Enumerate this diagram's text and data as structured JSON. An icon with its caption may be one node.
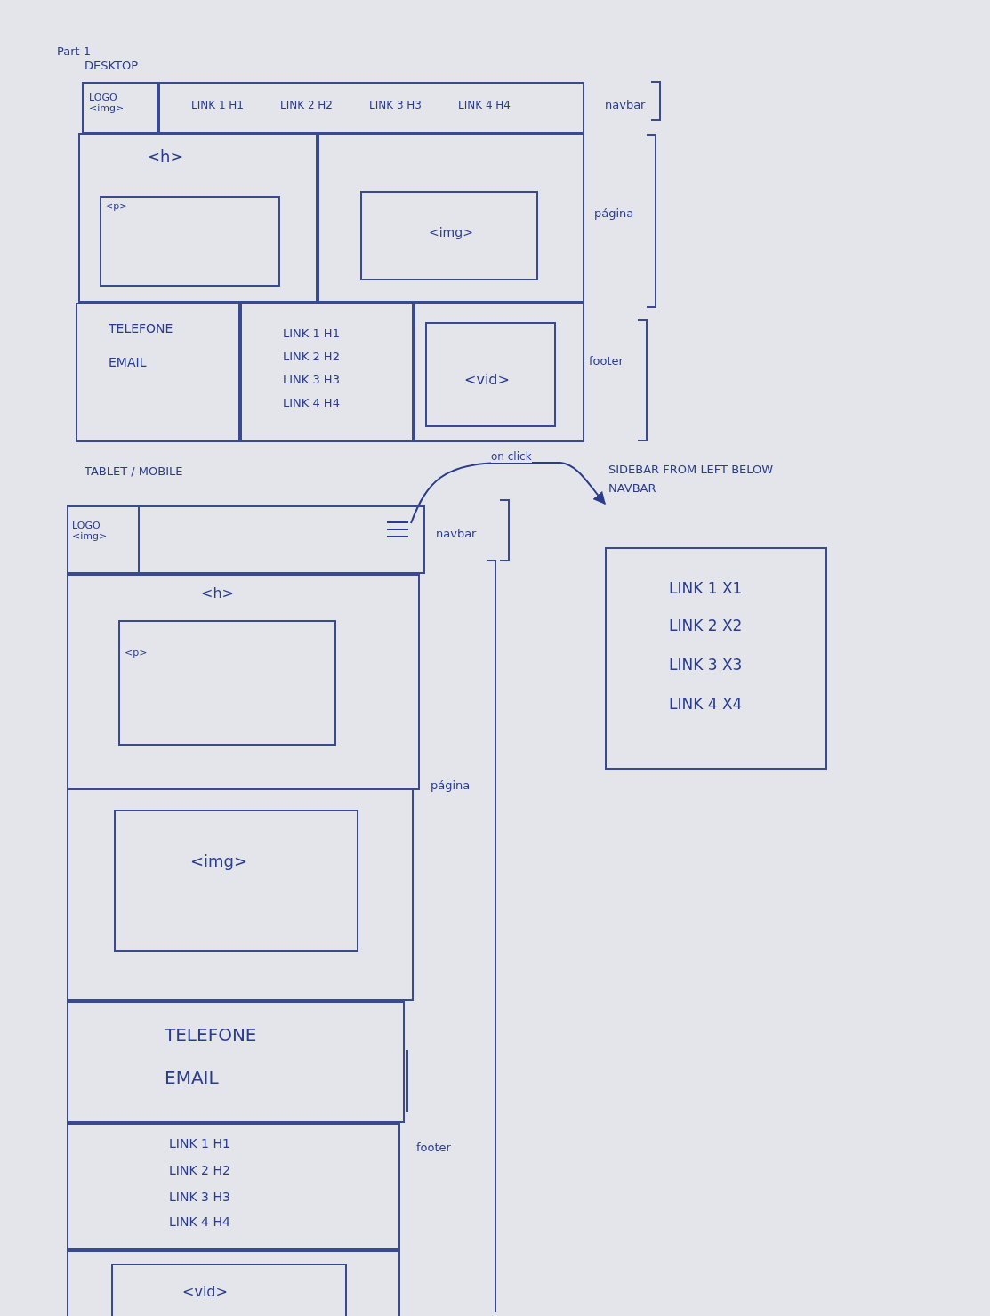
{
  "diagram": {
    "nodes": [
      {
        "text": [],
        "shape": "box"
      },
      {
        "text": [
          "LOGO <img>"
        ],
        "in": 0
      },
      {
        "text": [
          "LINK 1 H1",
          "LINK 2 H2",
          "LINK 3 H3",
          "LINK 4 H4"
        ],
        "in": 0
      },
      {
        "text": [],
        "shape": "box"
      },
      {
        "text": [
          "<h>"
        ],
        "in": 3
      },
      {
        "text": [
          "<p>"
        ],
        "in": 4
      },
      {
        "text": [],
        "shape": "box",
        "in": 3
      },
      {
        "text": [
          "<img>"
        ],
        "in": 6
      },
      {
        "text": [],
        "shape": "box"
      },
      {
        "text": [
          "TELEFONE",
          "EMAIL"
        ],
        "in": 8
      },
      {
        "text": [
          "LINK 1 H1",
          "LINK 2 H2",
          "LINK 3 H3",
          "LINK 4 H4"
        ],
        "in": 8
      },
      {
        "text": [],
        "shape": "box",
        "in": 8
      },
      {
        "text": [
          "<vid>"
        ],
        "in": 11
      },
      {
        "text": [],
        "shape": "box"
      },
      {
        "text": [
          "LOGO <img>"
        ],
        "in": 13
      },
      {
        "text": [],
        "shape": "menu",
        "in": 13
      },
      {
        "text": [
          "<h>"
        ]
      },
      {
        "text": [
          "<p>"
        ],
        "in": 16
      },
      {
        "text": [],
        "shape": "box"
      },
      {
        "text": [
          "<img>"
        ],
        "in": 18
      },
      {
        "text": [
          "TELEFONE",
          "EMAIL"
        ]
      },
      {
        "text": [
          "LINK 1 H1",
          "LINK 2 H2",
          "LINK 3 H3",
          "LINK 4 H4"
        ]
      },
      {
        "text": [],
        "shape": "box"
      },
      {
        "text": [
          "<vid>"
        ],
        "in": 22
      },
      {
        "text": [
          "SIDEBAR FROM LEFT BELOW NAVBAR"
        ]
      },
      {
        "text": [
          "LINK 1 X1",
          "LINK 2 X2",
          "LINK 3 X3",
          "LINK 4 X4"
        ]
      }
    ],
    "edges": [
      {
        "from": 15,
        "to": 24,
        "arrow": "to",
        "label": "on click"
      }
    ],
    "labels": [
      "Part 1",
      "DESKTOP",
      "navbar",
      "página",
      "footer",
      "TABLET / MOBILE",
      "navbar",
      "página",
      "footer"
    ]
  }
}
